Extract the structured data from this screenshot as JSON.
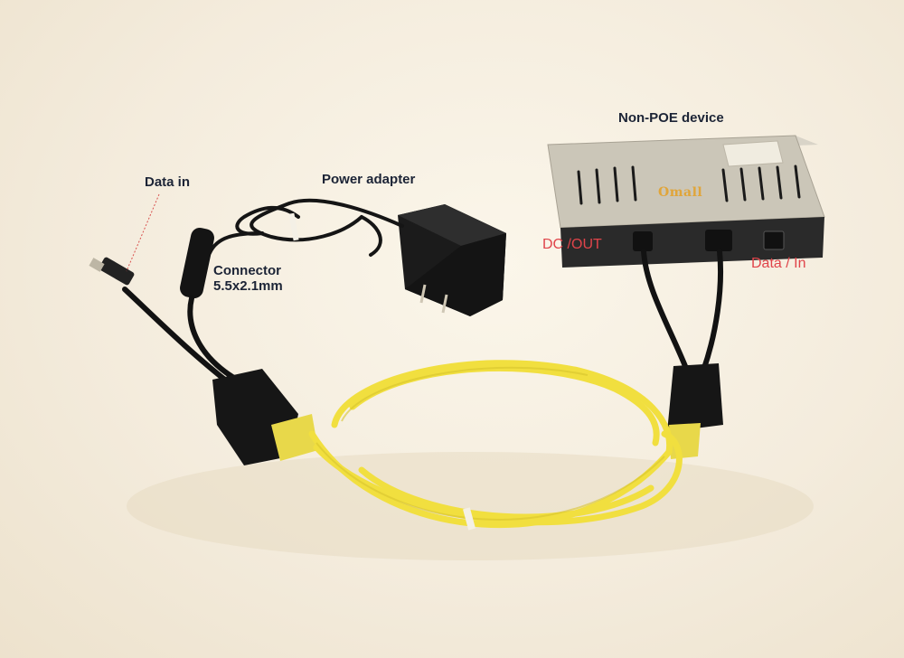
{
  "labels": {
    "data_in_left": "Data in",
    "power_adapter": "Power adapter",
    "connector_line1": "Connector",
    "connector_line2": "5.5x2.1mm",
    "non_poe_device": "Non-POE device",
    "dc_out": "DC /OUT",
    "data_in_right": "Data / In",
    "device_brand": "Omall"
  },
  "colors": {
    "background": "#f4ecdd",
    "cable_yellow": "#f2e245",
    "cable_black": "#1a1a1a",
    "device_silver": "#c9c4b9",
    "label_dark": "#1c2436",
    "label_red": "#e0444a",
    "brand_orange": "#e0a53a"
  }
}
